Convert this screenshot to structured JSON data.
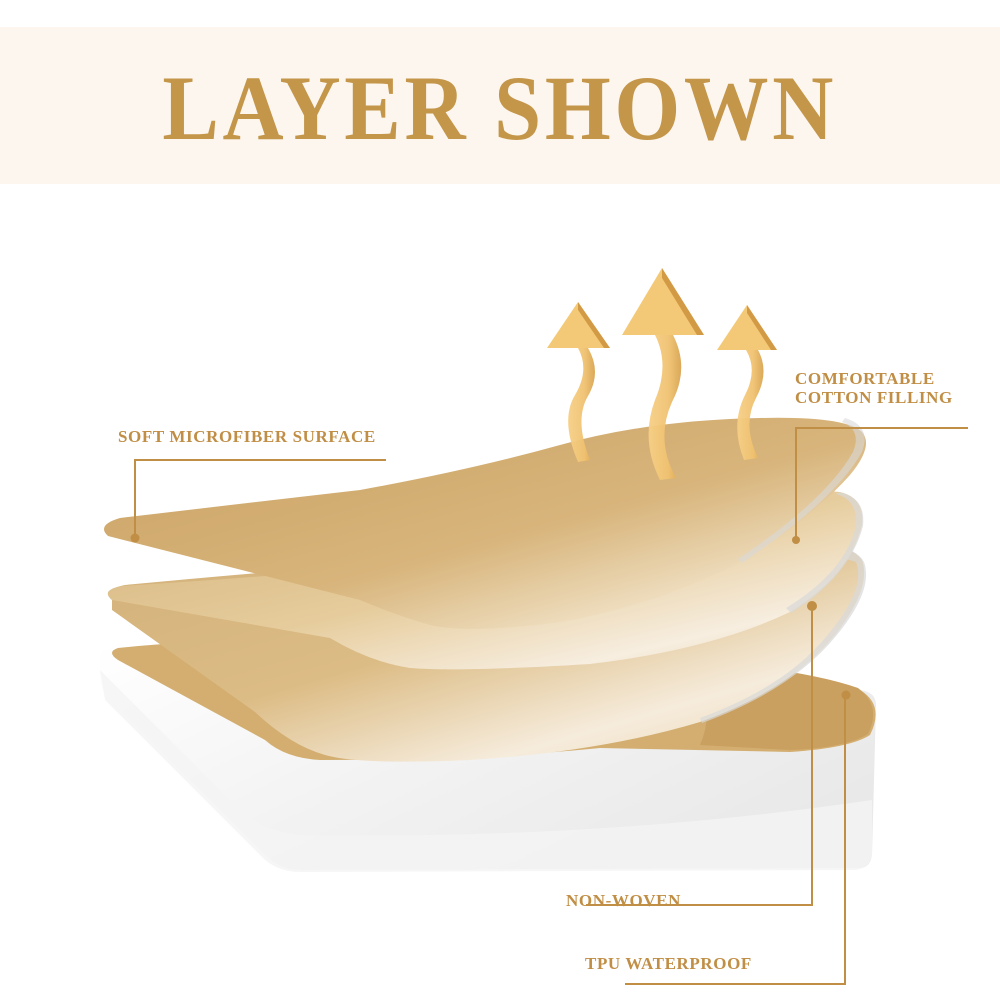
{
  "header": {
    "title": "LAYER SHOWN"
  },
  "labels": {
    "surface": "SOFT MICROFIBER SURFACE",
    "cotton_line1": "COMFORTABLE",
    "cotton_line2": "COTTON FILLING",
    "nonwoven": "NON-WOVEN",
    "tpu": "TPU WATERPROOF"
  },
  "icons": {
    "breathability": "three-upward-arrows-icon"
  },
  "colors": {
    "accent": "#c4964a",
    "banner_bg": "#fcf6ee",
    "layer_tan": "#cfa867",
    "layer_light": "#f6ead4",
    "mattress_white": "#f1f1f1"
  }
}
